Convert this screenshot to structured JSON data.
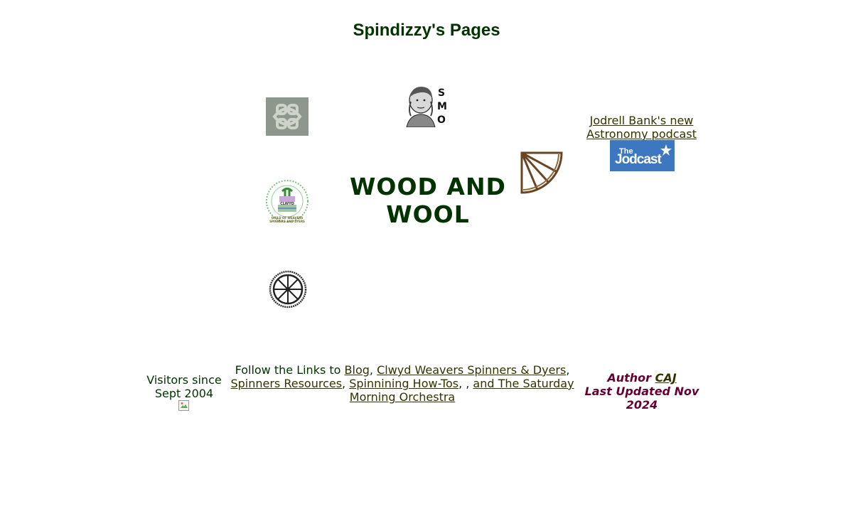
{
  "page": {
    "title": "Spindizzy's Pages",
    "heading_line1": "WOOD AND",
    "heading_line2": "WOOL"
  },
  "images": {
    "smo_letters": [
      "S",
      "M",
      "O"
    ],
    "guild_seal_text": "GUILD OF WEAVERS SPINNERS AND DYERS",
    "guild_seal_name": "CLWYD",
    "jodcast_the": "The",
    "jodcast_name": "Jodcast"
  },
  "jodrell": {
    "line1": "Jodrell Bank's new",
    "line2": "Astronomy podcast"
  },
  "visitors": {
    "line1": "Visitors since",
    "line2": "Sept 2004"
  },
  "links": {
    "intro": "Follow the Links to ",
    "blog": "Blog",
    "sep1": ", ",
    "clwyd": "Clwyd Weavers Spinners & Dyers",
    "sep2": ",",
    "resources": "Spinners Resources",
    "sep3": ", ",
    "howtos": "Spinnining How-Tos",
    "sep4": ", , ",
    "orchestra": "and The Saturday Morning Orchestra"
  },
  "author": {
    "prefix": "Author ",
    "name": "CAJ",
    "updated": "Last Updated Nov 2024"
  },
  "colors": {
    "text_green": "#003300",
    "link": "#333300",
    "author_maroon": "#660033",
    "jodcast_blue": "#3c77c0",
    "wheel_brown": "#6b4423"
  }
}
